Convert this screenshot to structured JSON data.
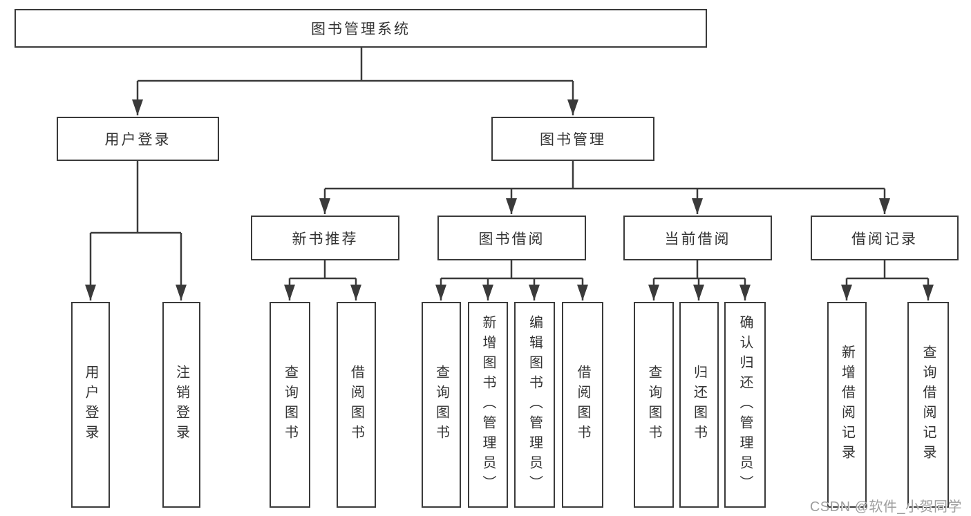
{
  "diagram": {
    "root": {
      "label": "图书管理系统"
    },
    "branches": [
      {
        "label": "用户登录",
        "children": [
          {
            "label": "用户登录"
          },
          {
            "label": "注销登录"
          }
        ]
      },
      {
        "label": "图书管理",
        "children": [
          {
            "label": "新书推荐",
            "children": [
              {
                "label": "查询图书"
              },
              {
                "label": "借阅图书"
              }
            ]
          },
          {
            "label": "图书借阅",
            "children": [
              {
                "label": "查询图书"
              },
              {
                "label": "新增图书（管理员）"
              },
              {
                "label": "编辑图书（管理员）"
              },
              {
                "label": "借阅图书"
              }
            ]
          },
          {
            "label": "当前借阅",
            "children": [
              {
                "label": "查询图书"
              },
              {
                "label": "归还图书"
              },
              {
                "label": "确认归还（管理员）"
              }
            ]
          },
          {
            "label": "借阅记录",
            "children": [
              {
                "label": "新增借阅记录"
              },
              {
                "label": "查询借阅记录"
              }
            ]
          }
        ]
      }
    ]
  },
  "watermark": {
    "text": "CSDN @软件_小贺同学"
  },
  "colors": {
    "line": "#3a3a3a",
    "box_border": "#3a3a3a",
    "text": "#333333",
    "watermark": "#9e9e9e",
    "background": "#ffffff"
  }
}
